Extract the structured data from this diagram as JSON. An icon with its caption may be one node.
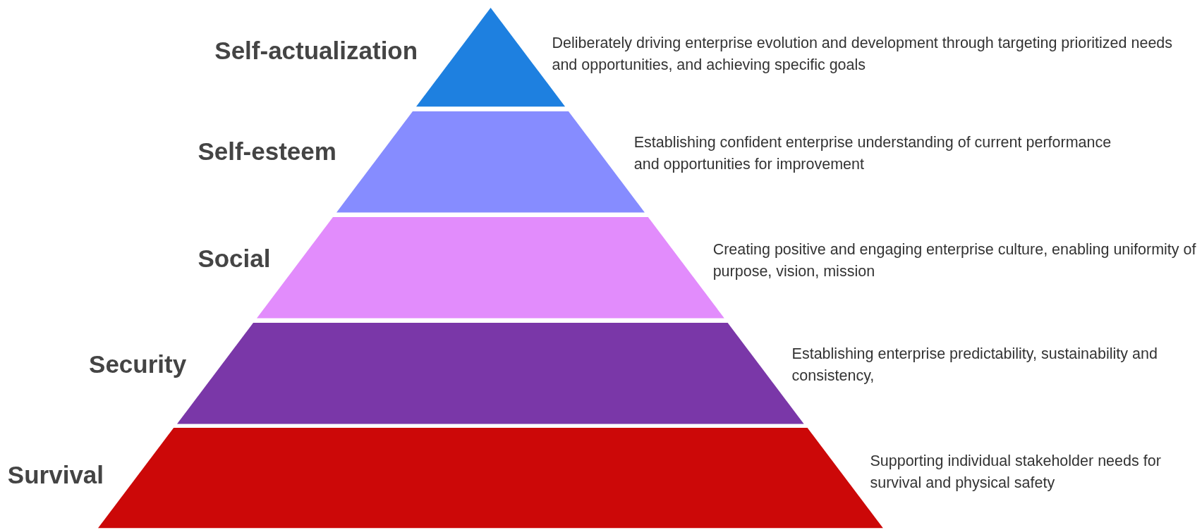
{
  "diagram": {
    "nodes": [
      {
        "text": [
          "Self-actualization"
        ],
        "beside": [
          "Deliberately driving enterprise evolution and development through targeting prioritized needs and opportunities, and achieving specific goals"
        ]
      },
      {
        "text": [
          "Self-esteem"
        ],
        "beside": [
          "Establishing confident enterprise understanding of current performance and opportunities for improvement"
        ]
      },
      {
        "text": [
          "Social"
        ],
        "beside": [
          "Creating positive and engaging enterprise culture, enabling uniformity of purpose, vision, mission"
        ]
      },
      {
        "text": [
          "Security"
        ],
        "beside": [
          "Establishing enterprise predictability, sustainability and consistency,"
        ]
      },
      {
        "text": [
          "Survival"
        ],
        "beside": [
          "Supporting individual stakeholder needs for survival and physical safety"
        ]
      }
    ],
    "edges": []
  }
}
